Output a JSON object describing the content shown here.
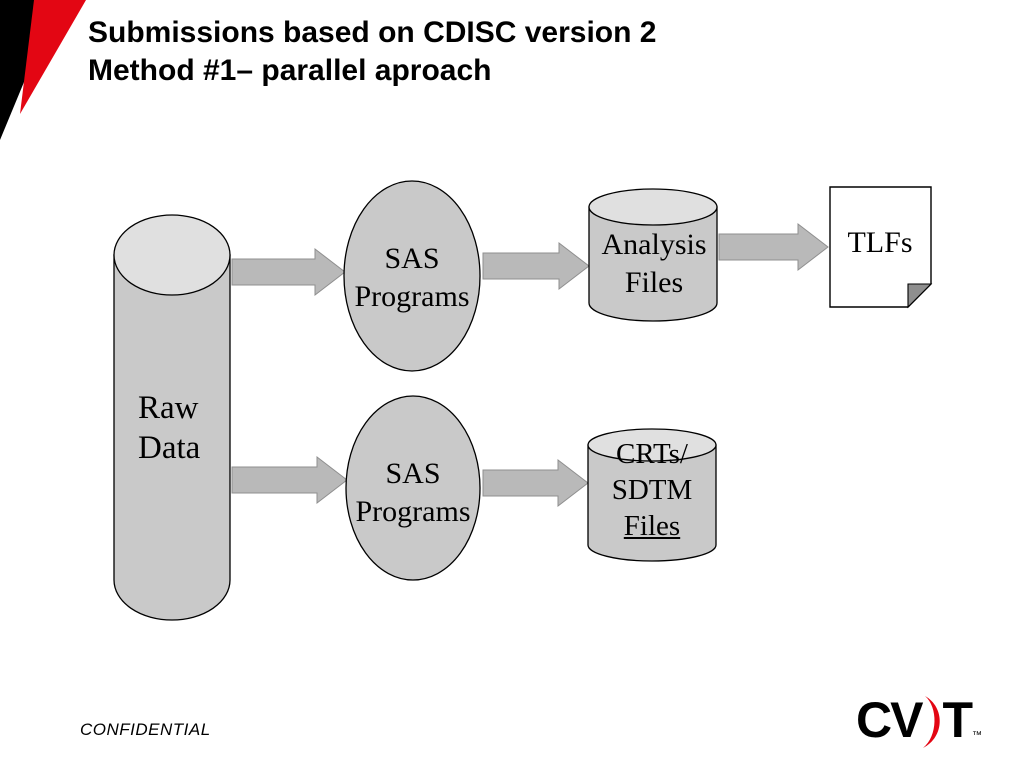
{
  "slide": {
    "title": {
      "line1": "Submissions based on CDISC version 2",
      "line2": "Method #1– parallel aproach"
    },
    "footer": "CONFIDENTIAL",
    "logo": {
      "cv": "CV",
      "t": "T",
      "tm": "™"
    }
  },
  "diagram": {
    "raw_data": {
      "lines": [
        "Raw",
        "Data"
      ]
    },
    "sas_programs_top": {
      "lines": [
        "SAS",
        "Programs"
      ]
    },
    "sas_programs_bottom": {
      "lines": [
        "SAS",
        "Programs"
      ]
    },
    "analysis_files": {
      "lines": [
        "Analysis",
        "Files"
      ]
    },
    "crts_sdtm_files": {
      "lines": [
        "CRTs/",
        "SDTM",
        "Files"
      ]
    },
    "tlfs": {
      "label": "TLFs"
    }
  },
  "colors": {
    "shape_fill": "#c9c9c9",
    "shape_top_fill": "#e0e0e0",
    "arrow_fill": "#b9b9b9",
    "outline": "#000000",
    "accent_red": "#e30613",
    "background": "#ffffff"
  }
}
